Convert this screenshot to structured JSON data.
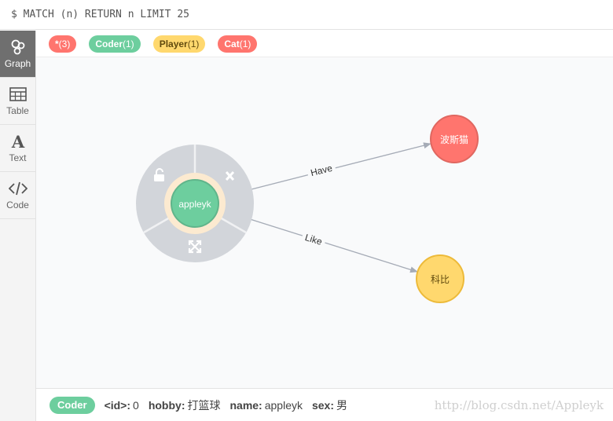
{
  "query": "$ MATCH (n) RETURN n LIMIT 25",
  "sidebar": {
    "items": [
      {
        "label": "Graph",
        "icon": "graph-icon",
        "active": true
      },
      {
        "label": "Table",
        "icon": "table-icon",
        "active": false
      },
      {
        "label": "Text",
        "icon": "text-icon",
        "active": false
      },
      {
        "label": "Code",
        "icon": "code-icon",
        "active": false
      }
    ]
  },
  "legend": [
    {
      "label": "*",
      "count": "(3)",
      "color": "#ff756e",
      "text_color": "#ffffff"
    },
    {
      "label": "Coder",
      "count": "(1)",
      "color": "#6dce9e",
      "text_color": "#ffffff"
    },
    {
      "label": "Player",
      "count": "(1)",
      "color": "#ffd86e",
      "text_color": "#604a0e"
    },
    {
      "label": "Cat",
      "count": "(1)",
      "color": "#ff756e",
      "text_color": "#ffffff"
    }
  ],
  "graph": {
    "nodes": [
      {
        "id": "appleyk",
        "caption": "appleyk",
        "color": "#6dce9e"
      },
      {
        "id": "cat",
        "caption": "波斯猫",
        "color": "#ff756e"
      },
      {
        "id": "player",
        "caption": "科比",
        "color": "#ffd86e"
      }
    ],
    "relationships": [
      {
        "type": "Have",
        "from": "appleyk",
        "to": "cat"
      },
      {
        "type": "Like",
        "from": "appleyk",
        "to": "player"
      }
    ],
    "ring_menu_icons": [
      "unlock-icon",
      "close-icon",
      "expand-icon"
    ]
  },
  "footer": {
    "badge": "Coder",
    "props": [
      {
        "key": "<id>:",
        "value": "0"
      },
      {
        "key": "hobby:",
        "value": "打篮球"
      },
      {
        "key": "name:",
        "value": "appleyk"
      },
      {
        "key": "sex:",
        "value": "男"
      }
    ]
  },
  "watermark": "http://blog.csdn.net/Appleyk"
}
